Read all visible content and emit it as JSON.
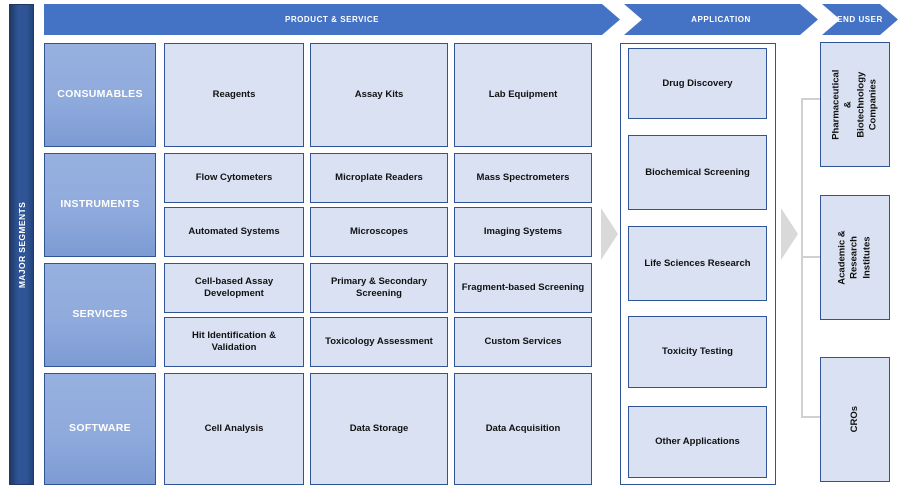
{
  "sidebar": {
    "label": "MAJOR SEGMENTS"
  },
  "header": {
    "product_service": "PRODUCT & SERVICE",
    "application": "APPLICATION",
    "end_user": "END USER"
  },
  "colors": {
    "header_blue": "#4472C4",
    "segment_blue": "#8FAADC",
    "item_fill": "#D9E1F2",
    "border_blue": "#2F5597",
    "sidebar_navy": "#2F5597",
    "arrow_gray": "#D9D9D9"
  },
  "segments": [
    {
      "name": "CONSUMABLES",
      "rows": [
        [
          "Reagents",
          "Assay Kits",
          "Lab Equipment"
        ]
      ]
    },
    {
      "name": "INSTRUMENTS",
      "rows": [
        [
          "Flow Cytometers",
          "Microplate Readers",
          "Mass Spectrometers"
        ],
        [
          "Automated Systems",
          "Microscopes",
          "Imaging Systems"
        ]
      ]
    },
    {
      "name": "SERVICES",
      "rows": [
        [
          "Cell-based Assay Development",
          "Primary & Secondary Screening",
          "Fragment-based Screening"
        ],
        [
          "Hit Identification & Validation",
          "Toxicology Assessment",
          "Custom Services"
        ]
      ]
    },
    {
      "name": "SOFTWARE",
      "rows": [
        [
          "Cell Analysis",
          "Data Storage",
          "Data Acquisition"
        ]
      ]
    }
  ],
  "applications": [
    "Drug Discovery",
    "Biochemical Screening",
    "Life Sciences Research",
    "Toxicity Testing",
    "Other Applications"
  ],
  "end_users": [
    "Pharmaceutical &\nBiotechnology\nCompanies",
    "Academic & Research\nInstitutes",
    "CROs"
  ]
}
